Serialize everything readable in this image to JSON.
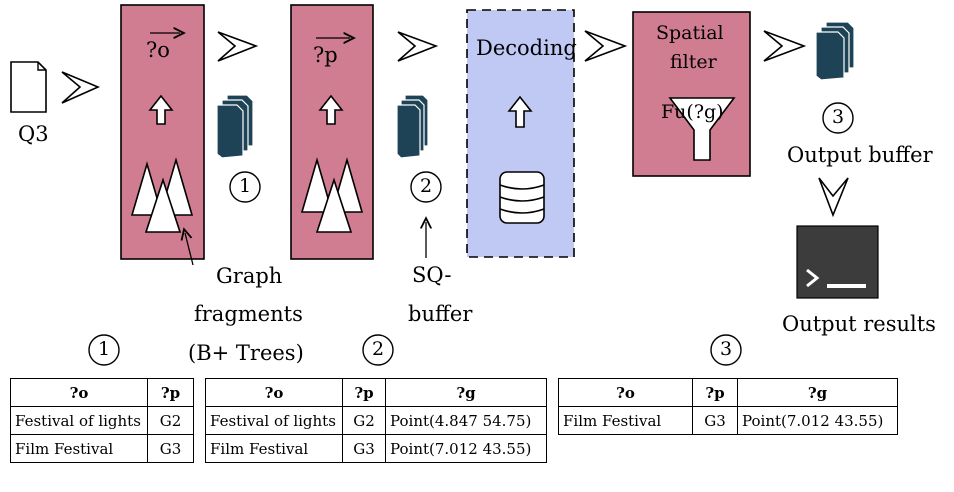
{
  "input": {
    "label": "Q3"
  },
  "stages": {
    "var_o": "?o",
    "var_p": "?p",
    "decoding": "Decoding",
    "spatial_filter_line1": "Spatial",
    "spatial_filter_line2": "filter",
    "filter_function": "Fu(?g)"
  },
  "markers": {
    "one": "1",
    "two": "2",
    "three": "3"
  },
  "labels": {
    "graph_fragments_1": "Graph",
    "graph_fragments_2": "fragments",
    "graph_fragments_3": "(B+ Trees)",
    "sq_buffer_1": "SQ-",
    "sq_buffer_2": "buffer",
    "output_buffer": "Output buffer",
    "output_results": "Output results"
  },
  "tables": {
    "t1": {
      "marker": "1",
      "headers": [
        "?o",
        "?p"
      ],
      "rows": [
        [
          "Festival of lights",
          "G2"
        ],
        [
          "Film Festival",
          "G3"
        ]
      ]
    },
    "t2": {
      "marker": "2",
      "headers": [
        "?o",
        "?p",
        "?g"
      ],
      "rows": [
        [
          "Festival of lights",
          "G2",
          "Point(4.847  54.75)"
        ],
        [
          "Film Festival",
          "G3",
          "Point(7.012  43.55)"
        ]
      ]
    },
    "t3": {
      "marker": "3",
      "headers": [
        "?o",
        "?p",
        "?g"
      ],
      "rows": [
        [
          "Film Festival",
          "G3",
          "Point(7.012  43.55)"
        ]
      ]
    }
  },
  "colors": {
    "stage_fill": "#d17d91",
    "decoding_fill": "#c0c8f4",
    "document_fill": "#1e4256",
    "terminal_fill": "#3c3c3c"
  }
}
